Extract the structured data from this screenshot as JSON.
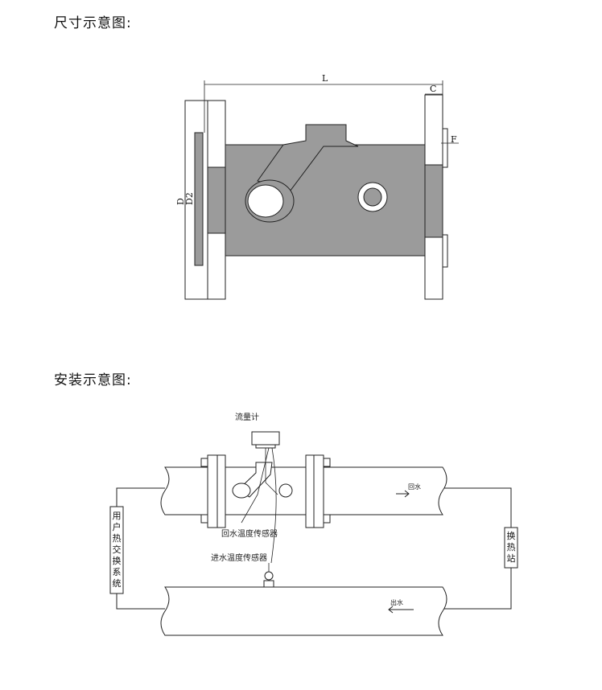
{
  "headings": {
    "dimension": "尺寸示意图:",
    "installation": "安装示意图:"
  },
  "dimension_diagram": {
    "labels": {
      "L": "L",
      "C": "C",
      "F": "F",
      "D": "D",
      "D2": "D2"
    }
  },
  "installation_diagram": {
    "labels": {
      "flow_meter": "流量计",
      "return_sensor": "回水温度传感器",
      "supply_sensor": "进水温度传感器",
      "return_water": "回水",
      "out_water": "出水"
    },
    "user_box": [
      "用",
      "户",
      "热",
      "交",
      "换",
      "系",
      "统"
    ],
    "station_box": [
      "换",
      "热",
      "站"
    ]
  },
  "colors": {
    "body_fill": "#9b9b9b",
    "line": "#222222"
  }
}
